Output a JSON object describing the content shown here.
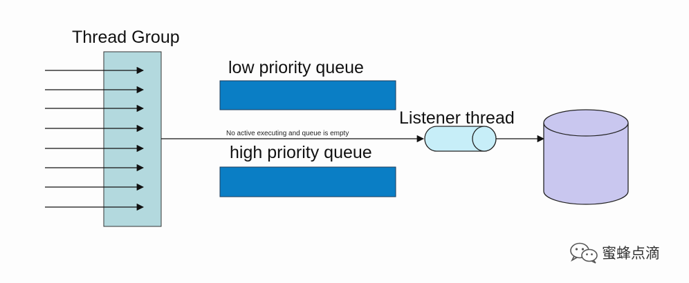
{
  "diagram": {
    "thread_group_label": "Thread Group",
    "low_queue_label": "low priority queue",
    "high_queue_label": "high priority queue",
    "listener_label": "Listener thread",
    "connector_note": "No active executing and queue is empty"
  },
  "watermark": {
    "text": "蜜蜂点滴",
    "icon": "wechat-icon"
  },
  "colors": {
    "thread_group_fill": "#b3d9de",
    "queue_fill": "#0a7ec5",
    "listener_fill": "#c7eef8",
    "database_fill": "#c9c7ef",
    "stroke": "#111111"
  }
}
